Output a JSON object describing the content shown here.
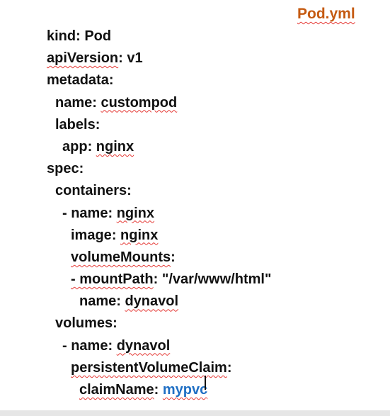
{
  "slide": {
    "title": "Pod.yml",
    "lines": [
      {
        "key": "kind",
        "sep": ": ",
        "value": "Pod"
      },
      {
        "key": "apiVersion",
        "sep": ": ",
        "value": "v1"
      },
      {
        "key": "metadata",
        "sep": ":",
        "value": ""
      },
      {
        "key": "name",
        "sep": ": ",
        "value": "custompod"
      },
      {
        "key": "labels",
        "sep": ":",
        "value": ""
      },
      {
        "key": "app",
        "sep": ": ",
        "value": "nginx"
      },
      {
        "key": "spec",
        "sep": ":",
        "value": ""
      },
      {
        "key": "containers",
        "sep": ":",
        "value": ""
      },
      {
        "key": "- name",
        "sep": ": ",
        "value": "nginx"
      },
      {
        "key": "image",
        "sep": ": ",
        "value": "nginx"
      },
      {
        "key": "volumeMounts",
        "sep": ":",
        "value": ""
      },
      {
        "key": "- mountPath",
        "sep": ": ",
        "value": "\"/var/www/html\""
      },
      {
        "key": "name",
        "sep": ": ",
        "value": "dynavol"
      },
      {
        "key": "volumes",
        "sep": ":",
        "value": ""
      },
      {
        "key": "- name",
        "sep": ": ",
        "value": "dynavol"
      },
      {
        "key": "persistentVolumeClaim",
        "sep": ":",
        "value": ""
      },
      {
        "key": "claimName",
        "sep": ": ",
        "value": "mypvc"
      }
    ]
  },
  "colors": {
    "title": "#c55a11",
    "text": "#111111",
    "highlight_value": "#1f6fc4"
  }
}
